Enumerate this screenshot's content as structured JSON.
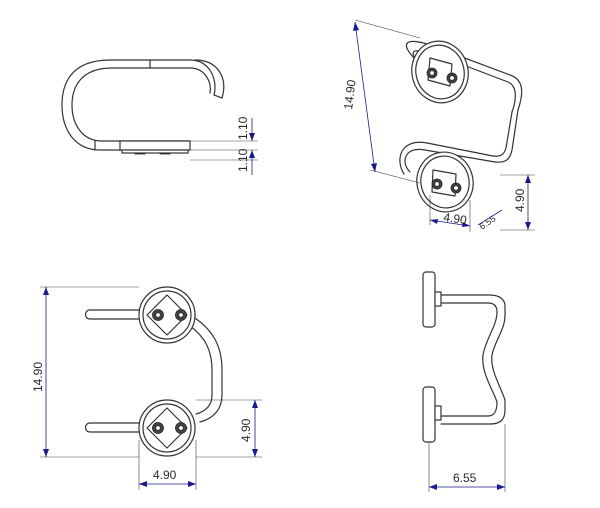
{
  "dimensions": {
    "top_left_upper": "1.10",
    "top_left_lower": "1.10",
    "top_right_height": "14.90",
    "top_right_small_height": "4.90",
    "top_right_small_width": "4.90",
    "top_right_offset": "6.55",
    "bottom_left_height": "14.90",
    "bottom_left_small_height": "4.90",
    "bottom_left_width": "4.90",
    "bottom_right_width": "6.55"
  }
}
